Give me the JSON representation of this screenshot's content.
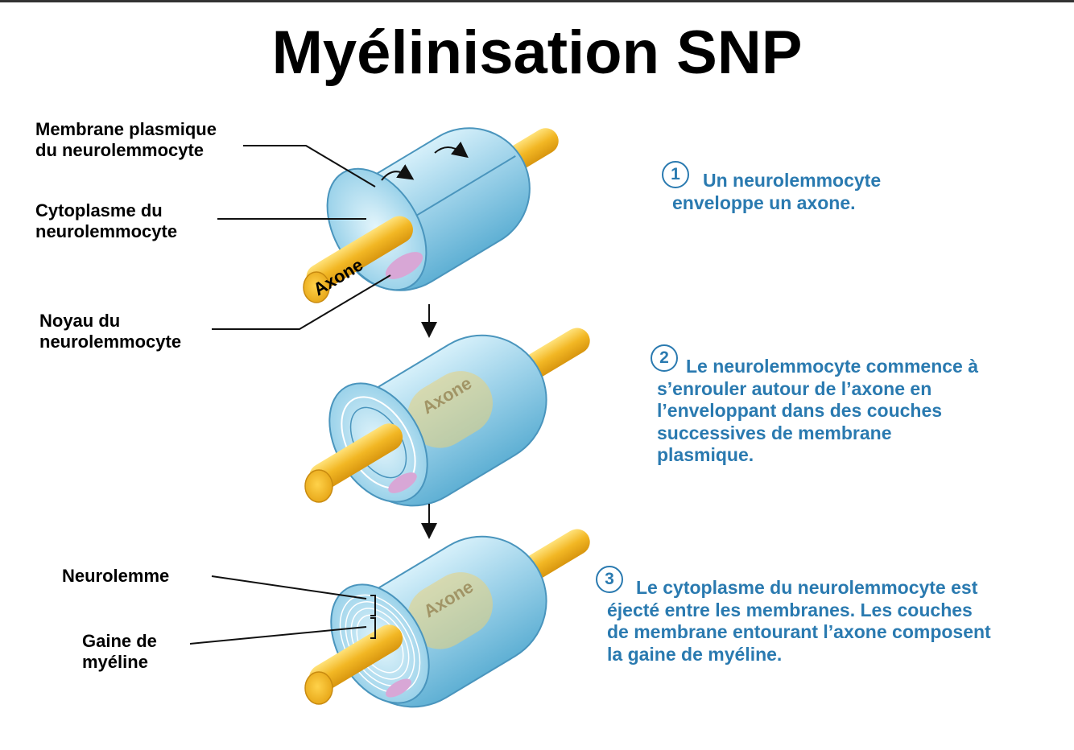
{
  "title": "Myélinisation SNP",
  "labels": {
    "membrane": "Membrane plasmique\ndu neurolemmocyte",
    "cytoplasme": "Cytoplasme du\nneurolemmocyte",
    "noyau": "Noyau du\nneurolemmocyte",
    "neurolemme": "Neurolemme",
    "gaine": "Gaine de\nmyéline",
    "axone1": "Axone",
    "axone2": "Axone",
    "axone3": "Axone"
  },
  "steps": [
    {
      "number": "1",
      "text": "Un neurolemmocyte\nenveloppe un axone."
    },
    {
      "number": "2",
      "text": "Le neurolemmocyte commence à\ns’enrouler autour de l’axone en\nl’enveloppant dans des couches\nsuccessives de membrane\nplasmique."
    },
    {
      "number": "3",
      "text": "Le cytoplasme du neurolemmocyte est\néjecté entre les membranes. Les couches\nde membrane entourant l’axone composent\nla gaine de myéline."
    }
  ],
  "colors": {
    "step_text": "#2a7ab0",
    "axon": "#f2b724",
    "sheath": "#9fd3ea",
    "nucleus": "#d8a7d6"
  }
}
